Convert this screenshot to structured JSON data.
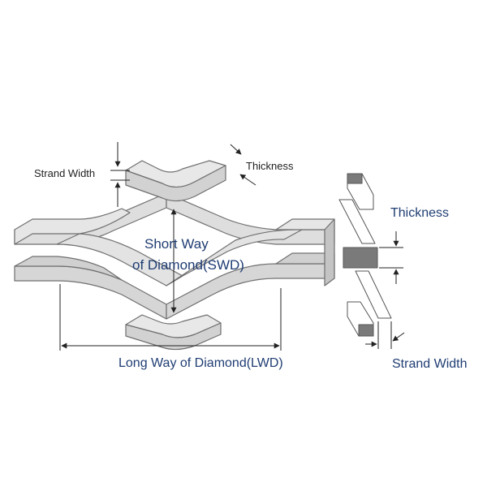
{
  "labels": {
    "strand_width_left": "Strand Width",
    "thickness_top": "Thickness",
    "short_way_line1": "Short Way",
    "short_way_line2": "of Diamond",
    "short_way_abbr": "(SWD)",
    "long_way": "Long Way of Diamond",
    "long_way_abbr": "(LWD)",
    "thickness_right": "Thickness",
    "strand_width_right": "Strand Width"
  },
  "colors": {
    "metal_fill": "#d9d9d9",
    "metal_top": "#eeeeee",
    "metal_edge": "#6f6f6f",
    "section_fill": "#7a7a7a",
    "dimension_line": "#222222",
    "label_blue": "#1f3d73",
    "label_dark": "#222222"
  }
}
